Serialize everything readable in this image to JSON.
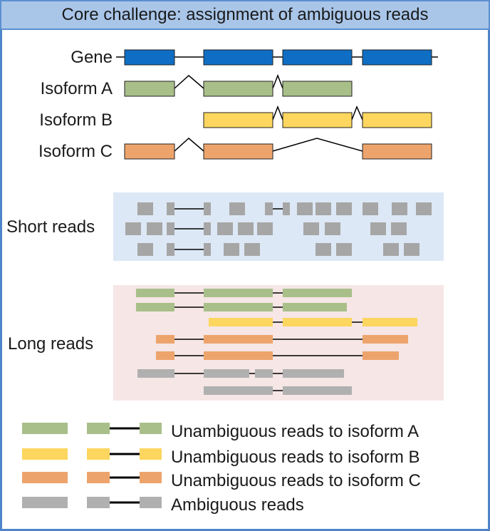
{
  "header": {
    "title": "Core challenge: assignment of ambiguous reads"
  },
  "labels": {
    "gene": "Gene",
    "isoform_a": "Isoform A",
    "isoform_b": "Isoform B",
    "isoform_c": "Isoform C",
    "short_reads": "Short reads",
    "long_reads": "Long reads"
  },
  "legend": [
    {
      "text": "Unambiguous reads to isoform A",
      "color": "#a9bf8a"
    },
    {
      "text": "Unambiguous reads to isoform B",
      "color": "#fcd65e"
    },
    {
      "text": "Unambiguous reads to isoform C",
      "color": "#eda46c"
    },
    {
      "text": "Ambiguous reads",
      "color": "#b0b0b0"
    }
  ],
  "colors": {
    "gene": "#0f6ec4",
    "isoform_a": "#a9bf8a",
    "isoform_b": "#fcd65e",
    "isoform_c": "#eda46c",
    "ambiguous": "#b0b0b0",
    "short_reads_bg": "#dde8f6",
    "long_reads_bg": "#f6e6e6",
    "header_bg": "#a9c6e9",
    "border": "#4f84c9"
  }
}
